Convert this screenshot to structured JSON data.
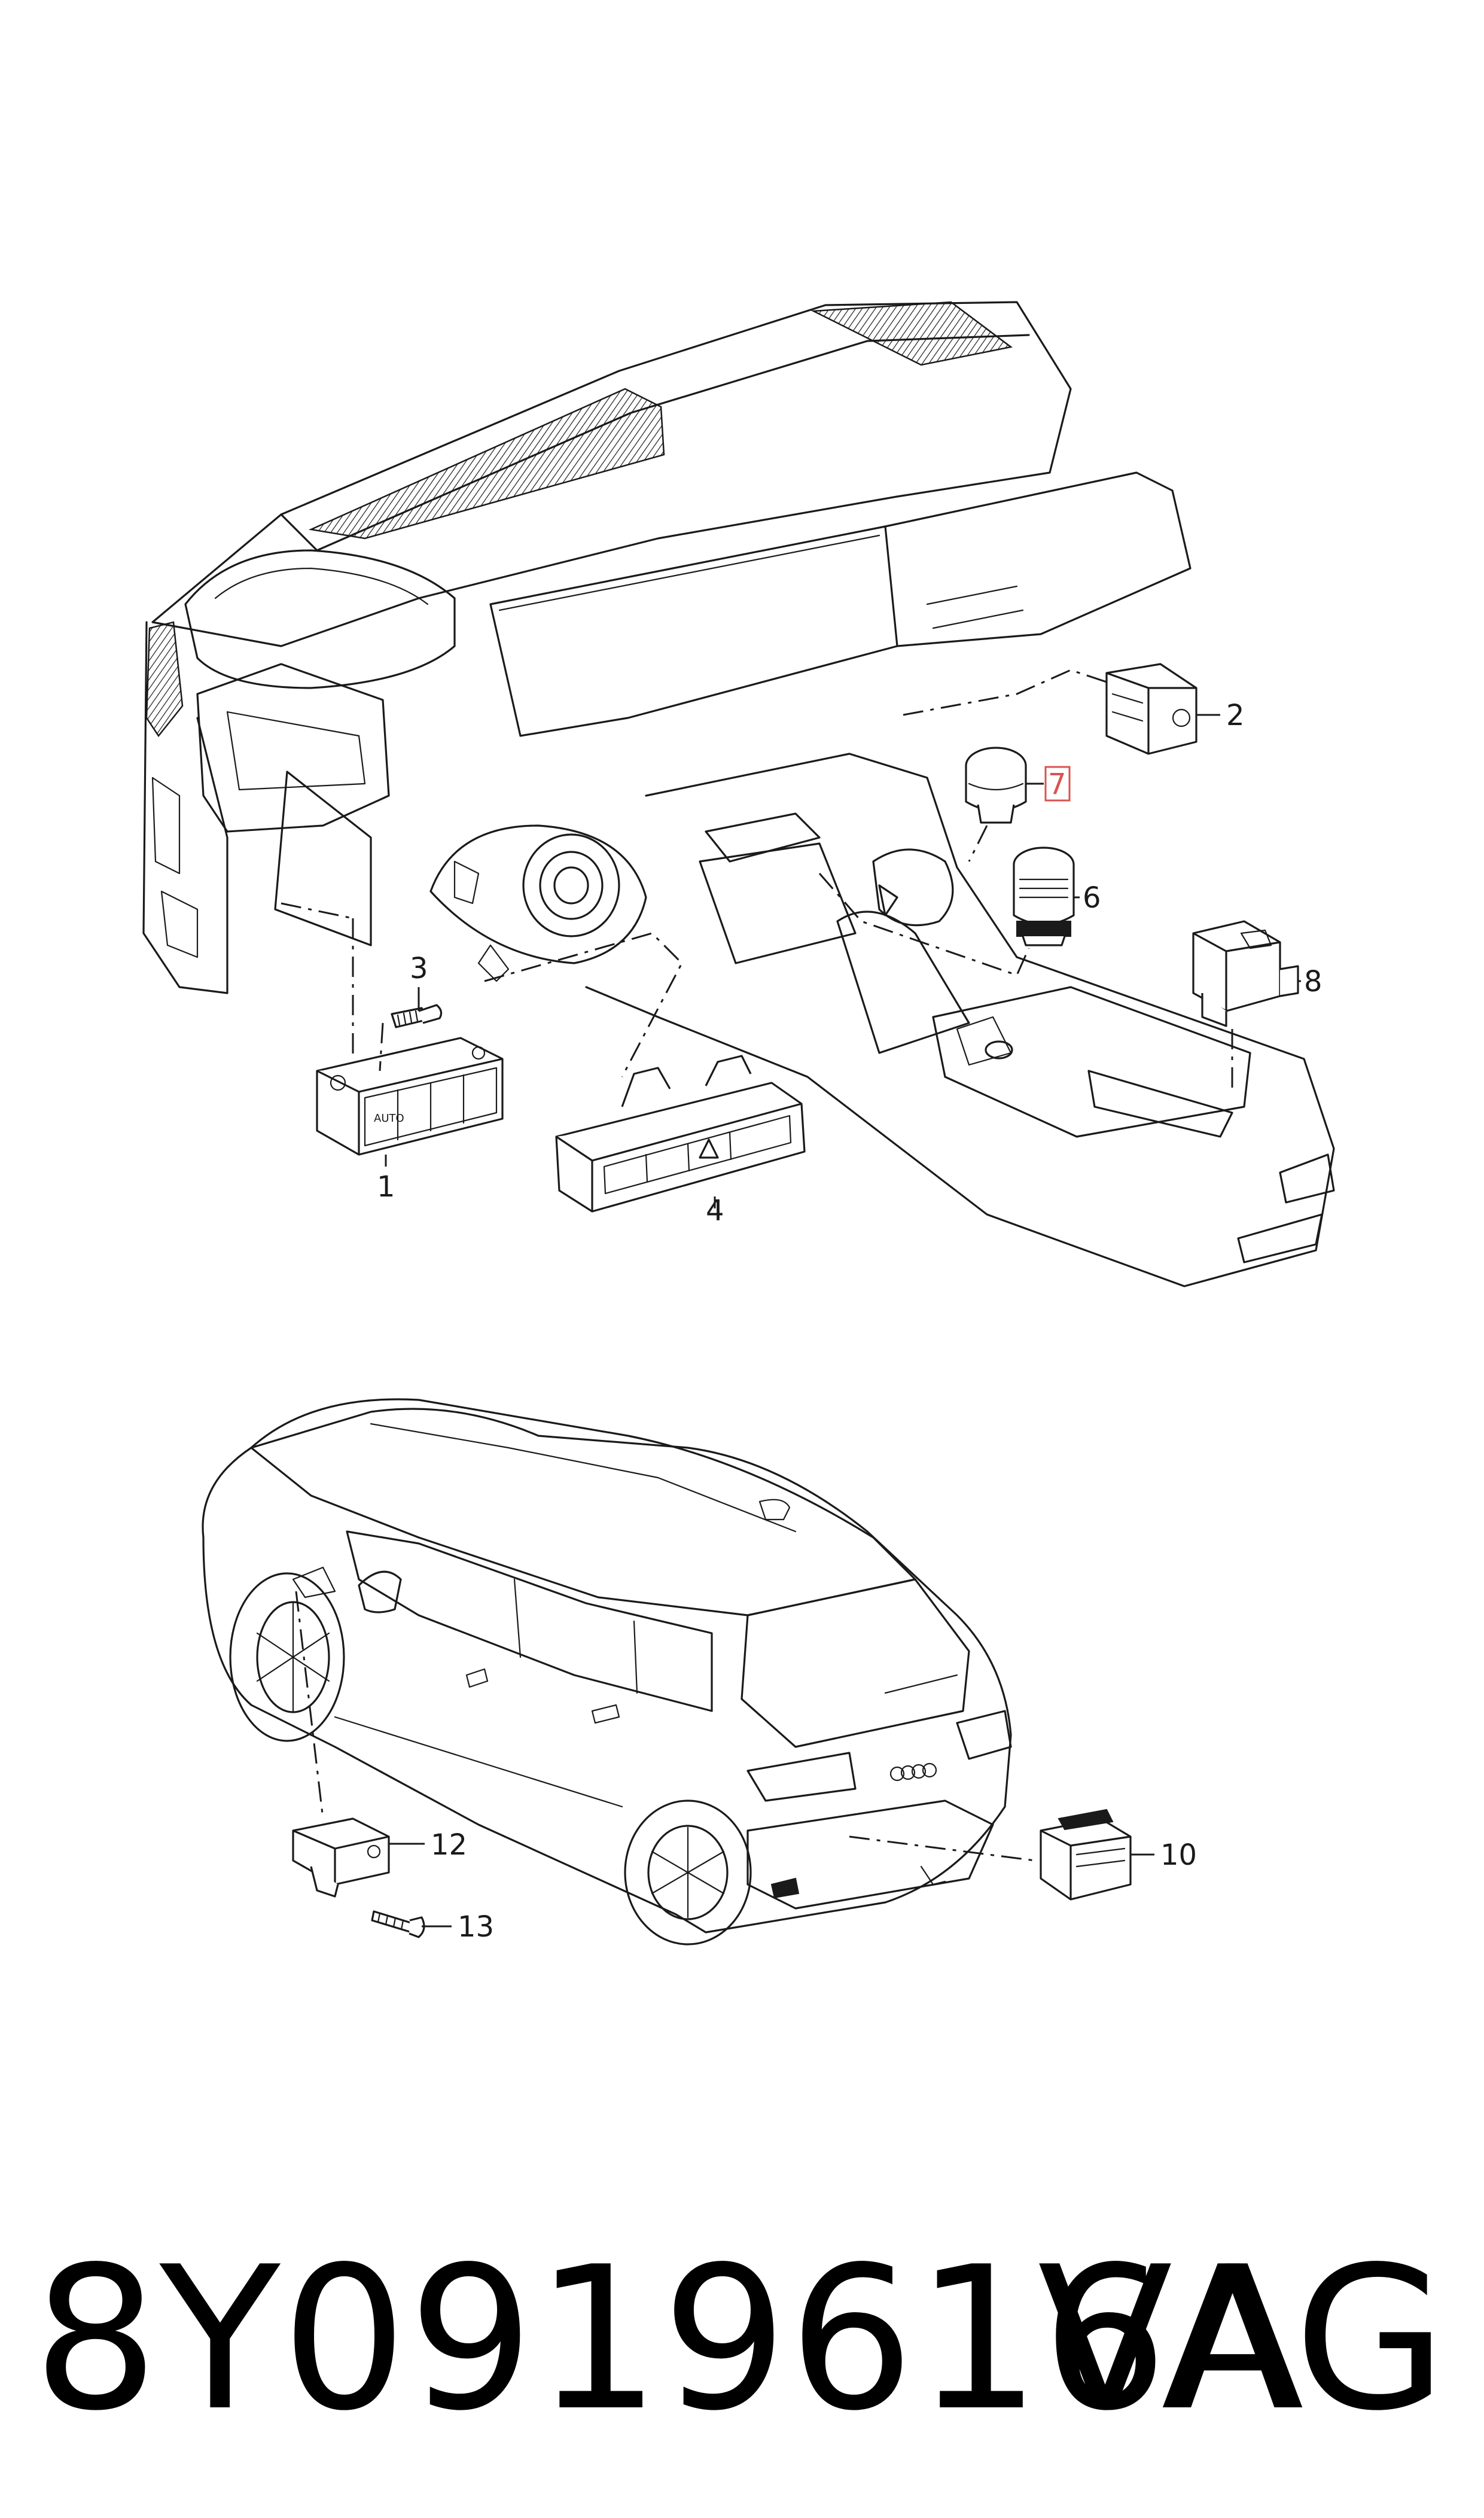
{
  "diagram": {
    "callouts": [
      {
        "id": "c1",
        "label": "1"
      },
      {
        "id": "c2",
        "label": "2"
      },
      {
        "id": "c3",
        "label": "3"
      },
      {
        "id": "c4",
        "label": "4"
      },
      {
        "id": "c6",
        "label": "6"
      },
      {
        "id": "c7",
        "label": "7",
        "highlighted": true
      },
      {
        "id": "c8",
        "label": "8"
      },
      {
        "id": "c10",
        "label": "10"
      },
      {
        "id": "c12",
        "label": "12"
      },
      {
        "id": "c13",
        "label": "13"
      }
    ],
    "highlight_color": "#d9534f"
  },
  "footer": {
    "part_number": "8Y0919616A",
    "brand": "VAG"
  }
}
